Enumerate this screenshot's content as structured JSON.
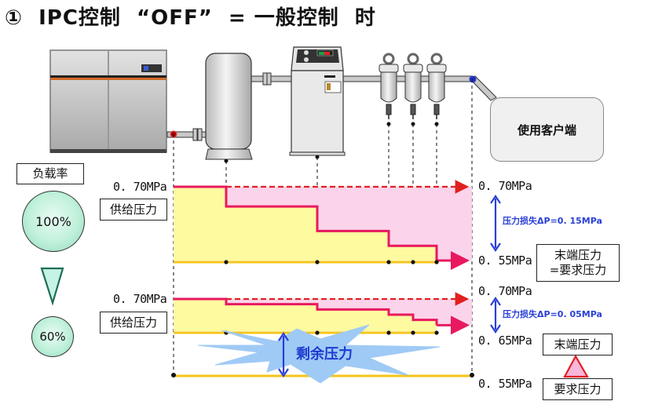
{
  "title": "①  IPC控制  “OFF”  = 一般控制  时",
  "equipment": {
    "compressor": "air-compressor",
    "tank": "air-receiver-tank",
    "dryer": "air-dryer",
    "filters": [
      "filter-1",
      "filter-2",
      "filter-3"
    ],
    "user": "使用客户端"
  },
  "load_rate": {
    "label": "负载率",
    "high": "100%",
    "low": "60%"
  },
  "top_chart": {
    "supply_label": "供给压力",
    "left_pressure": "0. 70MPa",
    "right_top_pressure": "0. 70MPa",
    "right_bottom_pressure": "0. 55MPa",
    "loss_text": "压力损失ΔP=0. 15MPa",
    "end_label_line1": "末端压力",
    "end_label_line2": "=要求压力"
  },
  "bottom_chart": {
    "supply_label": "供给压力",
    "left_pressure": "0. 70MPa",
    "right_top_pressure": "0. 70MPa",
    "right_mid_pressure": "0. 65MPa",
    "right_bottom_pressure": "0. 55MPa",
    "loss_text": "压力损失ΔP=0. 05MPa",
    "end_label": "末端压力",
    "required_label": "要求压力",
    "surplus_label": "剩余压力"
  },
  "chart_data": [
    {
      "type": "line",
      "title": "Pressure profile at 100% load",
      "categories": [
        "compressor",
        "tank",
        "dryer",
        "filter-1",
        "filter-2",
        "filter-3",
        "user"
      ],
      "series": [
        {
          "name": "supply-pressure",
          "unit": "MPa",
          "values": [
            0.7,
            0.66,
            0.61,
            0.58,
            0.58,
            0.55,
            0.55
          ]
        },
        {
          "name": "reference-pressure",
          "unit": "MPa",
          "values": [
            0.7,
            0.7,
            0.7,
            0.7,
            0.7,
            0.7,
            0.7
          ]
        },
        {
          "name": "required-pressure",
          "unit": "MPa",
          "values": [
            0.55,
            0.55,
            0.55,
            0.55,
            0.55,
            0.55,
            0.55
          ]
        }
      ],
      "ylim": [
        0.55,
        0.7
      ],
      "pressure_loss": 0.15
    },
    {
      "type": "line",
      "title": "Pressure profile at 60% load",
      "categories": [
        "compressor",
        "tank",
        "dryer",
        "filter-1",
        "filter-2",
        "filter-3",
        "user"
      ],
      "series": [
        {
          "name": "supply-pressure",
          "unit": "MPa",
          "values": [
            0.7,
            0.69,
            0.68,
            0.67,
            0.66,
            0.65,
            0.65
          ]
        },
        {
          "name": "reference-pressure",
          "unit": "MPa",
          "values": [
            0.7,
            0.7,
            0.7,
            0.7,
            0.7,
            0.7,
            0.7
          ]
        },
        {
          "name": "end-pressure",
          "unit": "MPa",
          "values": [
            0.65,
            0.65,
            0.65,
            0.65,
            0.65,
            0.65,
            0.65
          ]
        },
        {
          "name": "required-pressure",
          "unit": "MPa",
          "values": [
            0.55,
            0.55,
            0.55,
            0.55,
            0.55,
            0.55,
            0.55
          ]
        }
      ],
      "ylim": [
        0.55,
        0.7
      ],
      "pressure_loss": 0.05,
      "surplus_pressure": 0.1
    }
  ],
  "colors": {
    "pressure_line": "#e8195f",
    "dashed_ref": "#e02020",
    "loss_fill": "#fbd3ea",
    "supply_fill": "#fdfaa0",
    "required_line": "#f5c518",
    "loss_arrow": "#2a3fd6",
    "surplus_star": "#9fcaf5"
  }
}
